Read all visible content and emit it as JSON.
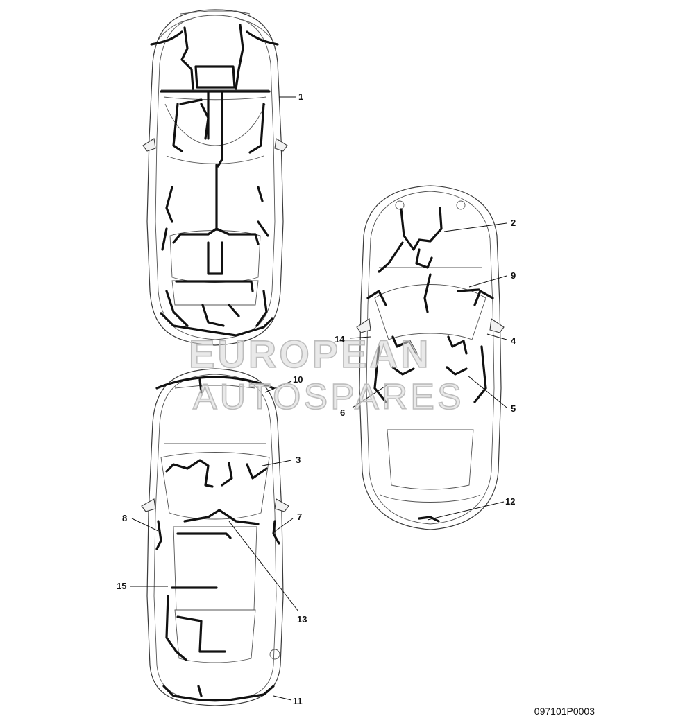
{
  "callouts": [
    "1",
    "2",
    "3",
    "4",
    "5",
    "6",
    "7",
    "8",
    "9",
    "10",
    "11",
    "12",
    "13",
    "14",
    "15"
  ],
  "watermark": {
    "line1": "EUROPEAN",
    "line2": "AUTOSPARES"
  },
  "document_number": "097101P0003"
}
